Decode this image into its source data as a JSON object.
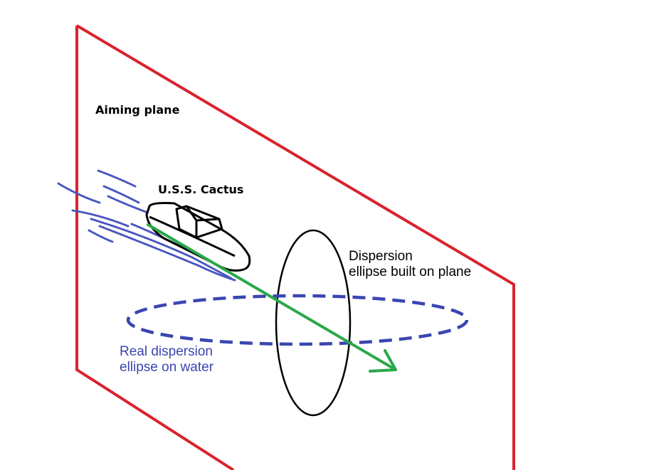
{
  "labels": {
    "aiming_plane": "Aiming plane",
    "ship": "U.S.S. Cactus",
    "plane_ellipse_line1": "Dispersion",
    "plane_ellipse_line2": "ellipse built on plane",
    "water_ellipse_line1": "Real dispersion",
    "water_ellipse_line2": "ellipse on water"
  },
  "colors": {
    "plane_outline": "#d9232e",
    "trajectory": "#2aa84a",
    "water_ellipse": "#3a46b0",
    "wake": "#4a56c0",
    "plane_ellipse": "#000000",
    "ship_outline": "#000000"
  }
}
